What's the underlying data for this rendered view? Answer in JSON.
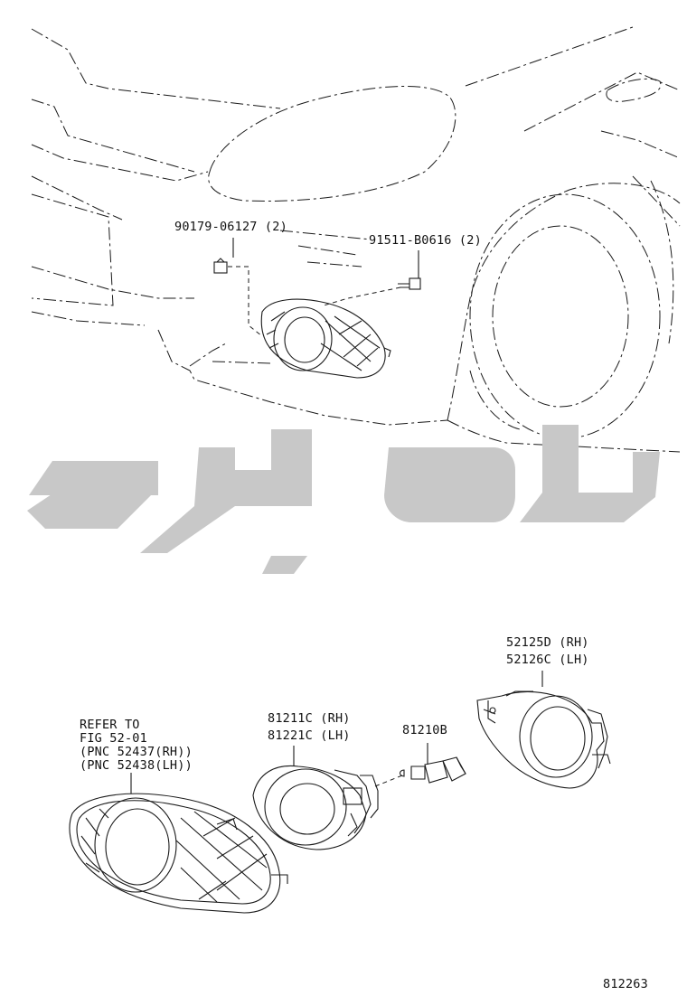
{
  "diagram_id": "812263",
  "callouts": {
    "clip": "90179-06127 (2)",
    "bolt": "91511-B0616 (2)",
    "bracket_rh": "52125D (RH)",
    "bracket_lh": "52126C (LH)",
    "refer_1": "REFER TO",
    "refer_2": "FIG 52-01",
    "refer_3": "(PNC 52437(RH))",
    "refer_4": "(PNC 52438(LH))",
    "fog_lamp_rh": "81211C (RH)",
    "fog_lamp_lh": "81221C (LH)",
    "bulb": "81210B"
  },
  "icons": [
    "car-front-outline",
    "fog-lamp-bezel",
    "fog-lamp-assembly",
    "bulb",
    "mounting-bracket",
    "watermark-logo"
  ]
}
